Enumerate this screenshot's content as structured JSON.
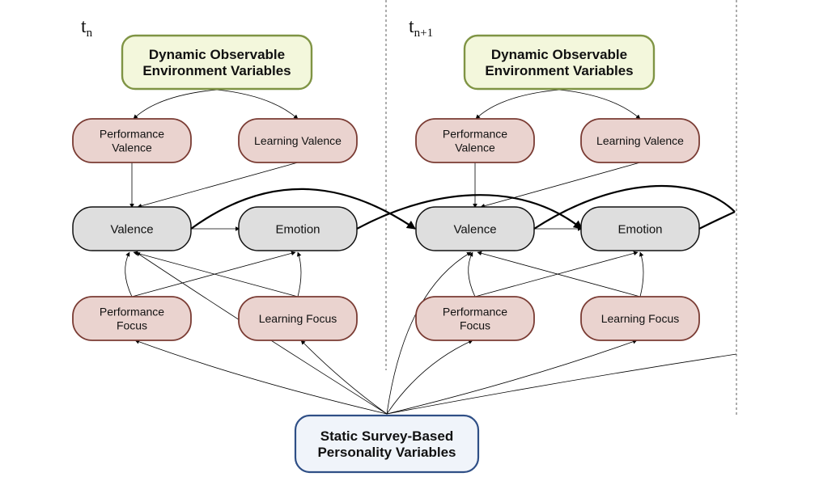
{
  "time_labels": [
    {
      "base": "t",
      "sub": "n"
    },
    {
      "base": "t",
      "sub": "n+1"
    }
  ],
  "nodes": {
    "env_1": {
      "lines": [
        "Dynamic Observable",
        "Environment Variables"
      ]
    },
    "perf_valence_1": {
      "lines": [
        "Performance",
        "Valence"
      ]
    },
    "learn_valence_1": {
      "lines": [
        "Learning Valence"
      ]
    },
    "valence_1": {
      "lines": [
        "Valence"
      ]
    },
    "emotion_1": {
      "lines": [
        "Emotion"
      ]
    },
    "perf_focus_1": {
      "lines": [
        "Performance",
        "Focus"
      ]
    },
    "learn_focus_1": {
      "lines": [
        "Learning Focus"
      ]
    },
    "env_2": {
      "lines": [
        "Dynamic Observable",
        "Environment Variables"
      ]
    },
    "perf_valence_2": {
      "lines": [
        "Performance",
        "Valence"
      ]
    },
    "learn_valence_2": {
      "lines": [
        "Learning Valence"
      ]
    },
    "valence_2": {
      "lines": [
        "Valence"
      ]
    },
    "emotion_2": {
      "lines": [
        "Emotion"
      ]
    },
    "perf_focus_2": {
      "lines": [
        "Performance",
        "Focus"
      ]
    },
    "learn_focus_2": {
      "lines": [
        "Learning Focus"
      ]
    },
    "personality": {
      "lines": [
        "Static Survey-Based",
        "Personality Variables"
      ]
    }
  },
  "colors": {
    "env_fill": "#f3f7dc",
    "env_stroke": "#7f9444",
    "factor_fill": "#ead3cf",
    "factor_stroke": "#7a3b33",
    "state_fill": "#dedede",
    "state_stroke": "#111111",
    "personality_fill": "#f0f4fa",
    "personality_stroke": "#2f4f86"
  }
}
